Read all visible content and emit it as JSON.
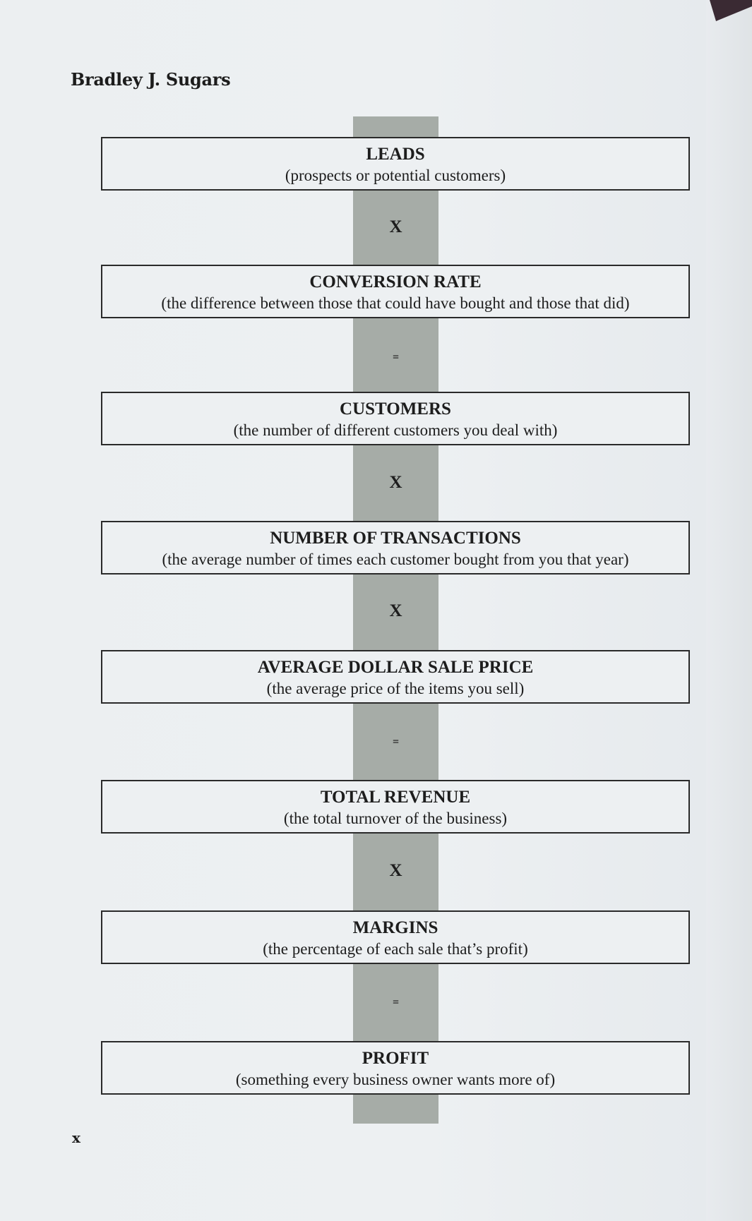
{
  "header": {
    "author": "Bradley J. Sugars"
  },
  "footer": {
    "page_number": "x"
  },
  "chain": [
    {
      "title": "LEADS",
      "description": "(prospects or potential customers)"
    },
    {
      "title": "CONVERSION RATE",
      "description": "(the difference between those that could have bought and those that did)"
    },
    {
      "title": "CUSTOMERS",
      "description": "(the number of different customers you deal with)"
    },
    {
      "title": "NUMBER OF TRANSACTIONS",
      "description": "(the average number of times each customer bought from you that year)"
    },
    {
      "title": "AVERAGE DOLLAR SALE PRICE",
      "description": "(the average price of the items you sell)"
    },
    {
      "title": "TOTAL REVENUE",
      "description": "(the total turnover of the business)"
    },
    {
      "title": "MARGINS",
      "description": "(the percentage of each sale that’s profit)"
    },
    {
      "title": "PROFIT",
      "description": "(something every business owner wants more of)"
    }
  ],
  "operators": [
    "X",
    "=",
    "X",
    "X",
    "=",
    "X",
    "="
  ]
}
